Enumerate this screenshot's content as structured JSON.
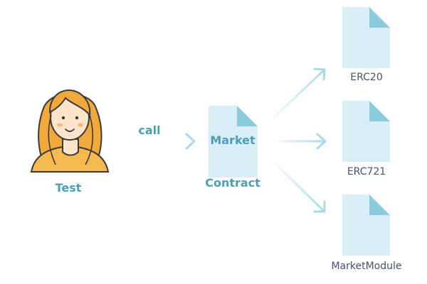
{
  "actor": {
    "label": "Test",
    "icon": "woman-avatar-icon"
  },
  "call_label": "call",
  "market_doc": {
    "inner_label": "Market",
    "caption": "Contract"
  },
  "targets": [
    {
      "label": "ERC20"
    },
    {
      "label": "ERC721"
    },
    {
      "label": "MarketModule"
    }
  ],
  "colors": {
    "accent": "#4a9fb5",
    "doc_fill": "#daeef7",
    "doc_fold": "#8ccadd",
    "arrow": "#a9d9e7",
    "hair": "#f2a93b",
    "skin": "#fde5cc",
    "outline": "#3a3a3a"
  }
}
